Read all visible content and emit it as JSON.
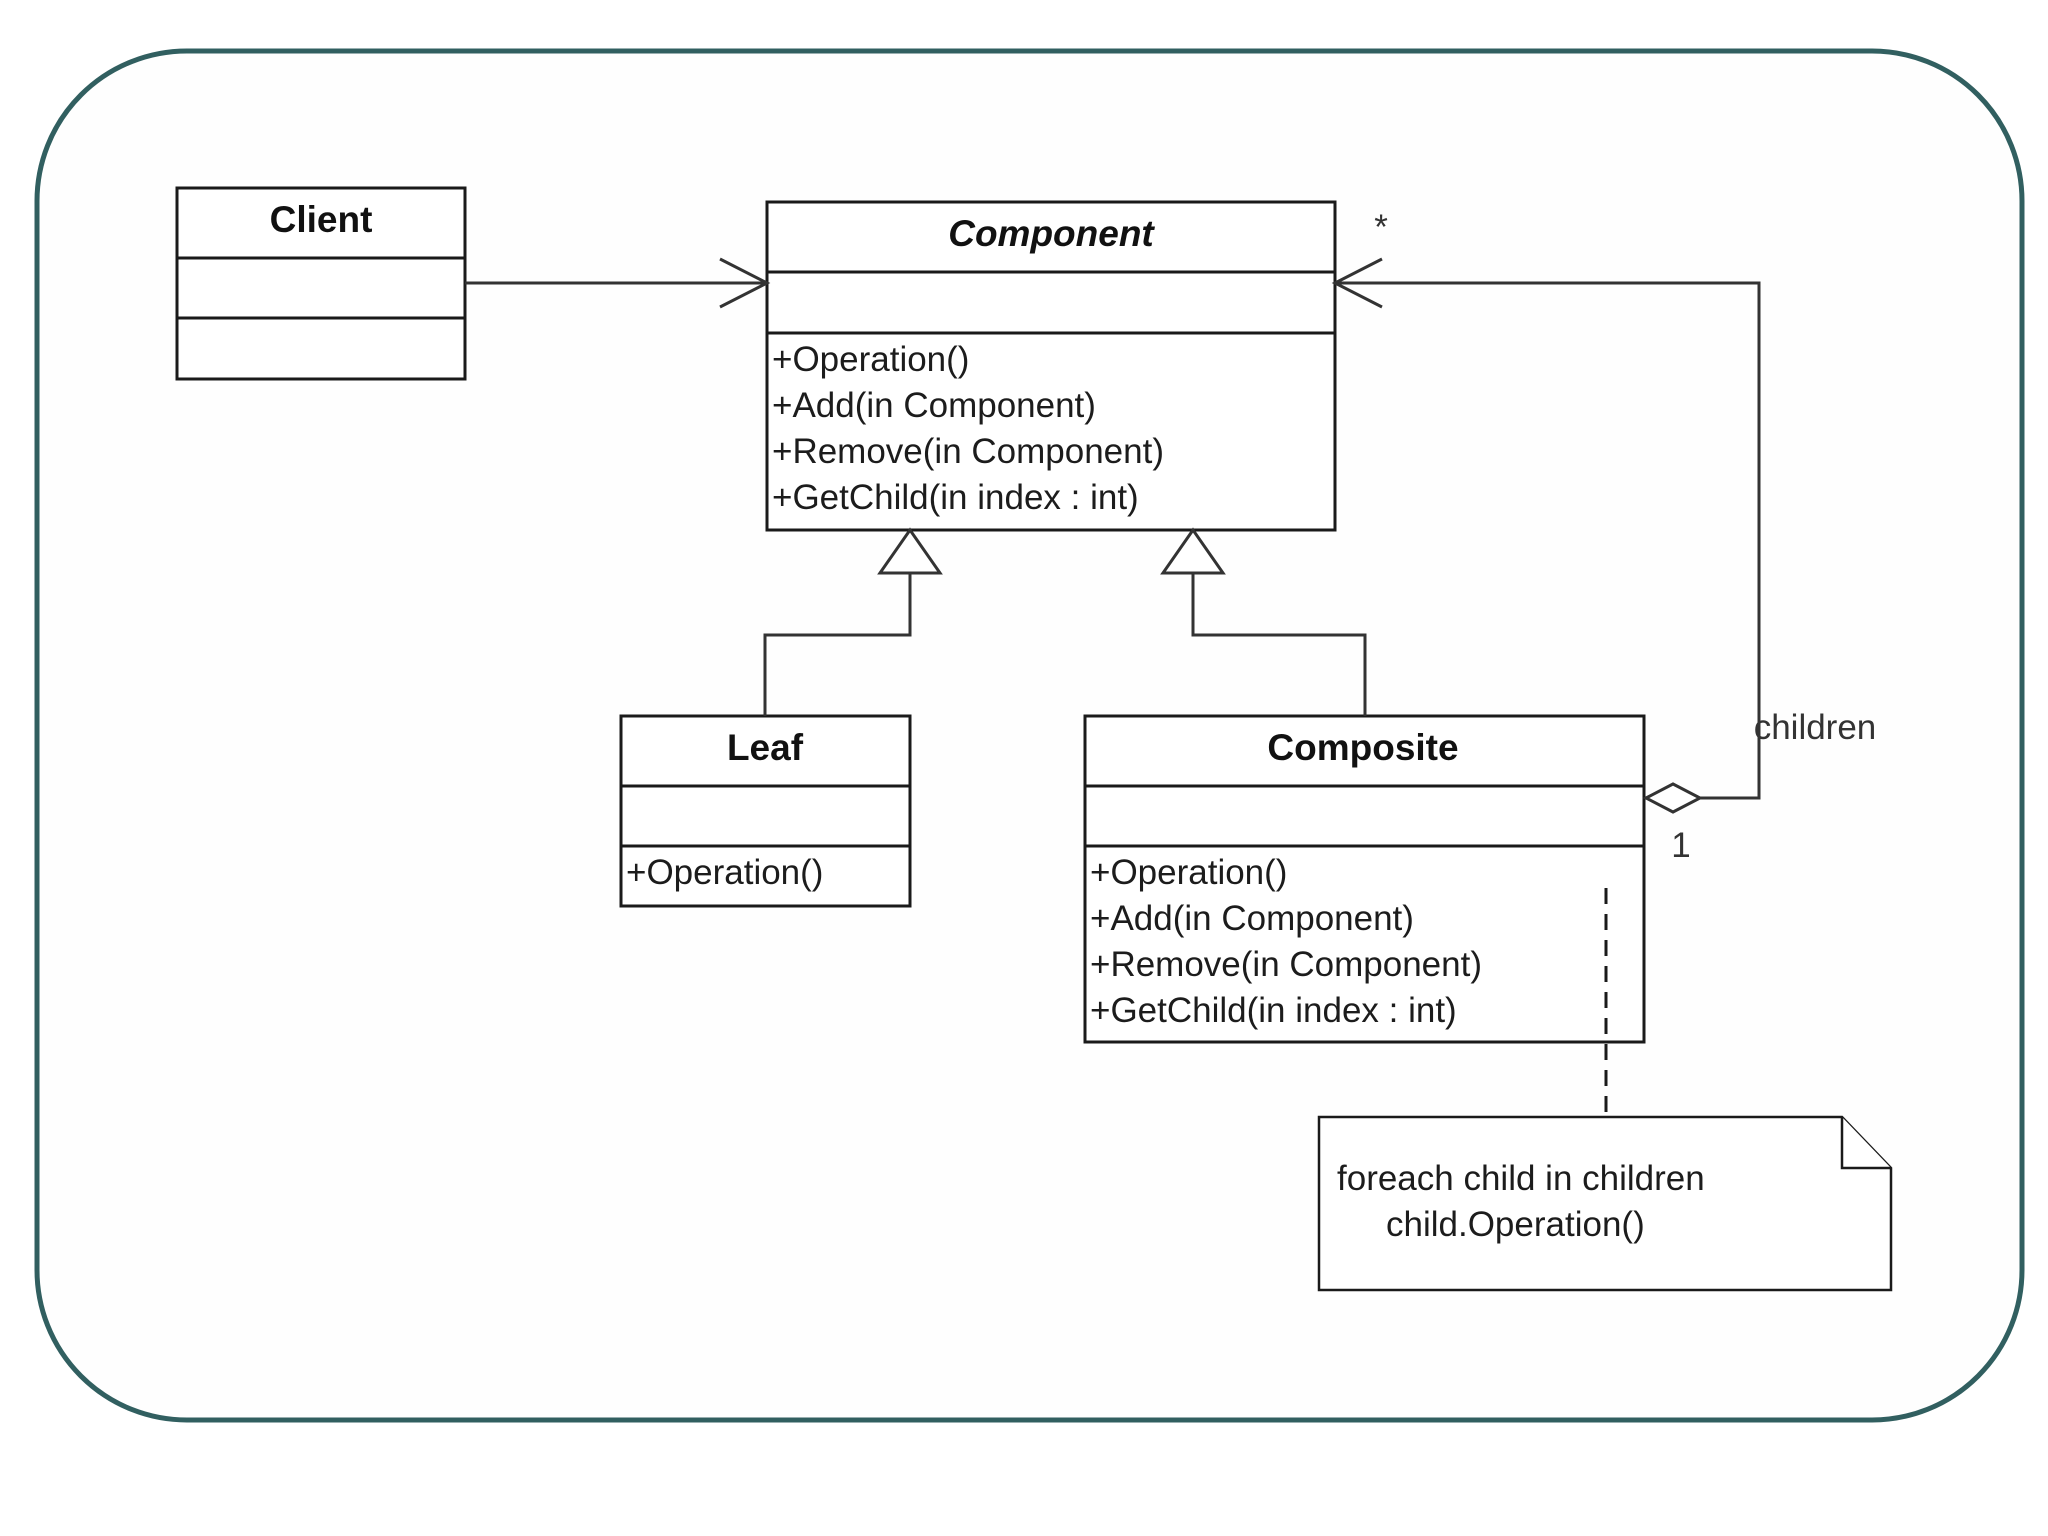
{
  "diagram": {
    "classes": {
      "client": {
        "name": "Client",
        "methods": []
      },
      "component": {
        "name": "Component",
        "methods": [
          "+Operation()",
          "+Add(in Component)",
          "+Remove(in Component)",
          "+GetChild(in index : int)"
        ]
      },
      "leaf": {
        "name": "Leaf",
        "methods": [
          "+Operation()"
        ]
      },
      "composite": {
        "name": "Composite",
        "methods": [
          "+Operation()",
          "+Add(in Component)",
          "+Remove(in Component)",
          "+GetChild(in index : int)"
        ]
      }
    },
    "associations": {
      "children_role": "children",
      "many_multiplicity": "*",
      "one_multiplicity": "1"
    },
    "note": {
      "line1": "foreach child in children",
      "line2": "child.Operation()"
    },
    "colors": {
      "frame_border": "#315f60",
      "line": "#333333",
      "text": "#111111"
    }
  }
}
